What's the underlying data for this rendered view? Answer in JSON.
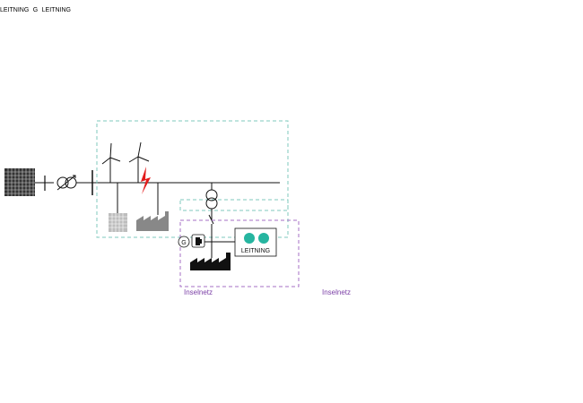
{
  "labels": {
    "island_left": "Inselnetz",
    "island_right": "Inselnetz",
    "control_a": "LEITNING",
    "control_b": "LEITNING",
    "control_c": "LEITNING",
    "gen_a": "G",
    "gen_b": "G"
  },
  "colors": {
    "bus": "#111111",
    "teal_box": "#7fc9bd",
    "purple_box": "#a56fc6",
    "island_text": "#7b3fa6",
    "fault": "#e21b1b",
    "icon_teal": "#26b5a0",
    "solar": "#4a6fb5"
  },
  "icons": [
    "power-grid-icon",
    "transformer-icon",
    "wind-turbine-icon",
    "fault-icon",
    "solar-panel-icon",
    "factory-icon",
    "generator-icon",
    "fuel-pump-icon",
    "control-center-icon",
    "antenna-tower-icon",
    "water-tap-icon",
    "pump-station-icon",
    "house-icon",
    "electric-car-icon",
    "battery-icon"
  ]
}
